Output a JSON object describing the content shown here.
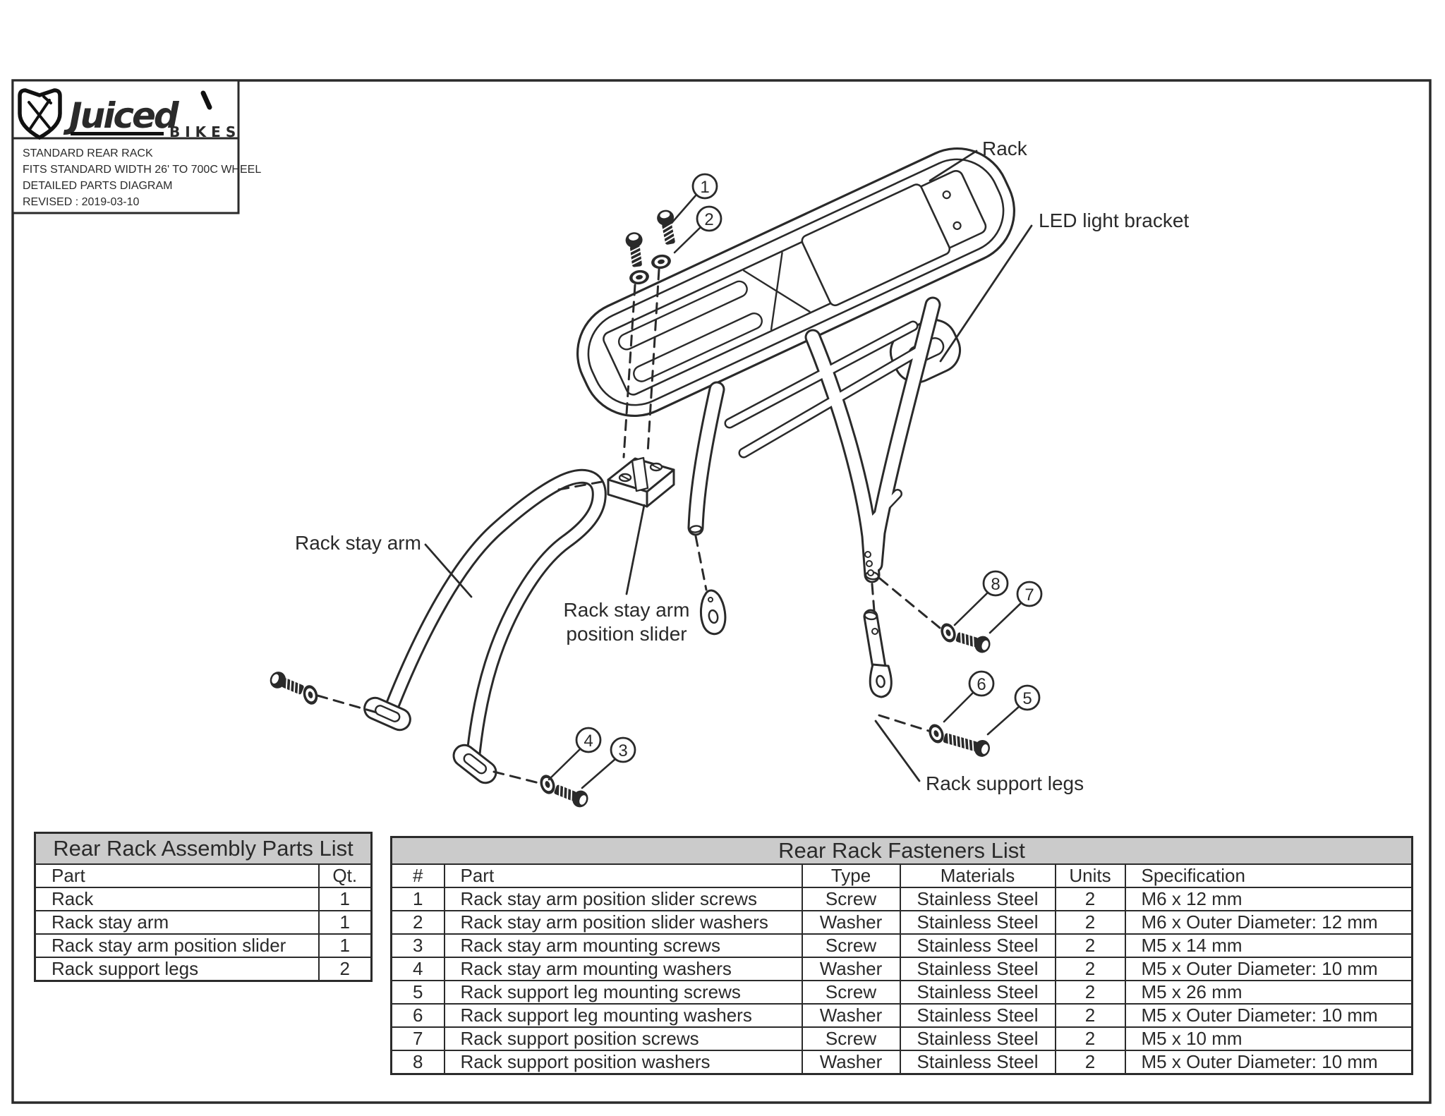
{
  "title_block": {
    "brand": "Juiced",
    "brand_sub": "BIKES",
    "lines": [
      "STANDARD REAR RACK",
      "FITS STANDARD WIDTH 26' TO 700C WHEEL",
      "DETAILED PARTS DIAGRAM",
      "REVISED : 2019-03-10"
    ]
  },
  "diagram": {
    "labels": {
      "rack": "Rack",
      "led_bracket": "LED light bracket",
      "stay_arm": "Rack stay arm",
      "slider_line1": "Rack stay arm",
      "slider_line2": "position slider",
      "support_legs": "Rack support legs"
    },
    "callouts": [
      "1",
      "2",
      "3",
      "4",
      "5",
      "6",
      "7",
      "8"
    ]
  },
  "parts_list": {
    "title": "Rear Rack Assembly Parts List",
    "headers": {
      "part": "Part",
      "qty": "Qt."
    },
    "rows": [
      {
        "part": "Rack",
        "qty": "1"
      },
      {
        "part": "Rack stay arm",
        "qty": "1"
      },
      {
        "part": "Rack stay arm position slider",
        "qty": "1"
      },
      {
        "part": "Rack support legs",
        "qty": "2"
      }
    ]
  },
  "fasteners_list": {
    "title": "Rear Rack Fasteners List",
    "headers": {
      "num": "#",
      "part": "Part",
      "type": "Type",
      "materials": "Materials",
      "units": "Units",
      "spec": "Specification"
    },
    "rows": [
      {
        "num": "1",
        "part": "Rack stay arm position slider screws",
        "type": "Screw",
        "materials": "Stainless Steel",
        "units": "2",
        "spec": "M6 x 12 mm"
      },
      {
        "num": "2",
        "part": "Rack stay arm position slider washers",
        "type": "Washer",
        "materials": "Stainless Steel",
        "units": "2",
        "spec": "M6 x Outer Diameter: 12 mm"
      },
      {
        "num": "3",
        "part": "Rack stay arm mounting screws",
        "type": "Screw",
        "materials": "Stainless Steel",
        "units": "2",
        "spec": "M5 x 14 mm"
      },
      {
        "num": "4",
        "part": "Rack stay arm mounting washers",
        "type": "Washer",
        "materials": "Stainless Steel",
        "units": "2",
        "spec": "M5 x Outer Diameter: 10 mm"
      },
      {
        "num": "5",
        "part": "Rack support leg mounting screws",
        "type": "Screw",
        "materials": "Stainless Steel",
        "units": "2",
        "spec": "M5 x 26 mm"
      },
      {
        "num": "6",
        "part": "Rack support leg mounting washers",
        "type": "Washer",
        "materials": "Stainless Steel",
        "units": "2",
        "spec": "M5 x Outer Diameter: 10 mm"
      },
      {
        "num": "7",
        "part": "Rack support position screws",
        "type": "Screw",
        "materials": "Stainless Steel",
        "units": "2",
        "spec": "M5 x 10 mm"
      },
      {
        "num": "8",
        "part": "Rack support position washers",
        "type": "Washer",
        "materials": "Stainless Steel",
        "units": "2",
        "spec": "M5 x Outer Diameter: 10 mm"
      }
    ]
  },
  "colors": {
    "ink": "#2a2a2a",
    "table_header_bg": "#cbcbcb"
  }
}
